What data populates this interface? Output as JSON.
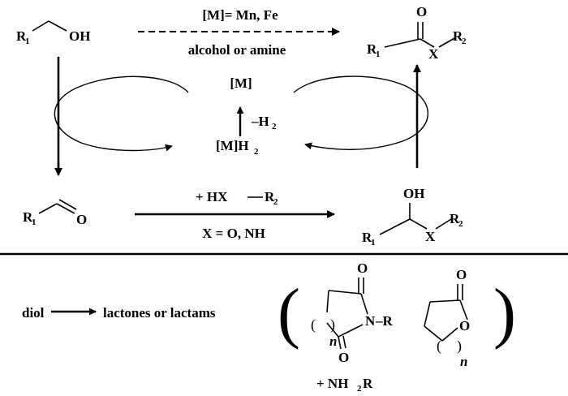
{
  "catalyst_condition": "[M]= Mn, Fe",
  "reagent_condition": "alcohol or amine",
  "addition_reagent": "+   HX",
  "addition_reagent_group": "R",
  "addition_reagent_group_sub": "2",
  "x_definition": "X = O, NH",
  "metal": "[M]",
  "metal_hydride": "[M]H",
  "metal_hydride_sub": "2",
  "h2_release": "–H",
  "h2_release_sub": "2",
  "substituent_r": "R",
  "sub_1": "1",
  "sub_2": "2",
  "hydroxyl": "OH",
  "oxygen": "O",
  "heteroatom": "X",
  "nitrogen": "N",
  "diol_label": "diol",
  "products_label": "lactones  or lactams",
  "ring_size": "n",
  "amine_reagent": "+ NH",
  "amine_reagent_sub": "2",
  "amine_reagent_tail": "R",
  "lactam_n_group": "–R",
  "paren_open": "(",
  "paren_close": ")",
  "big_paren_open": "(",
  "big_paren_close": ")"
}
